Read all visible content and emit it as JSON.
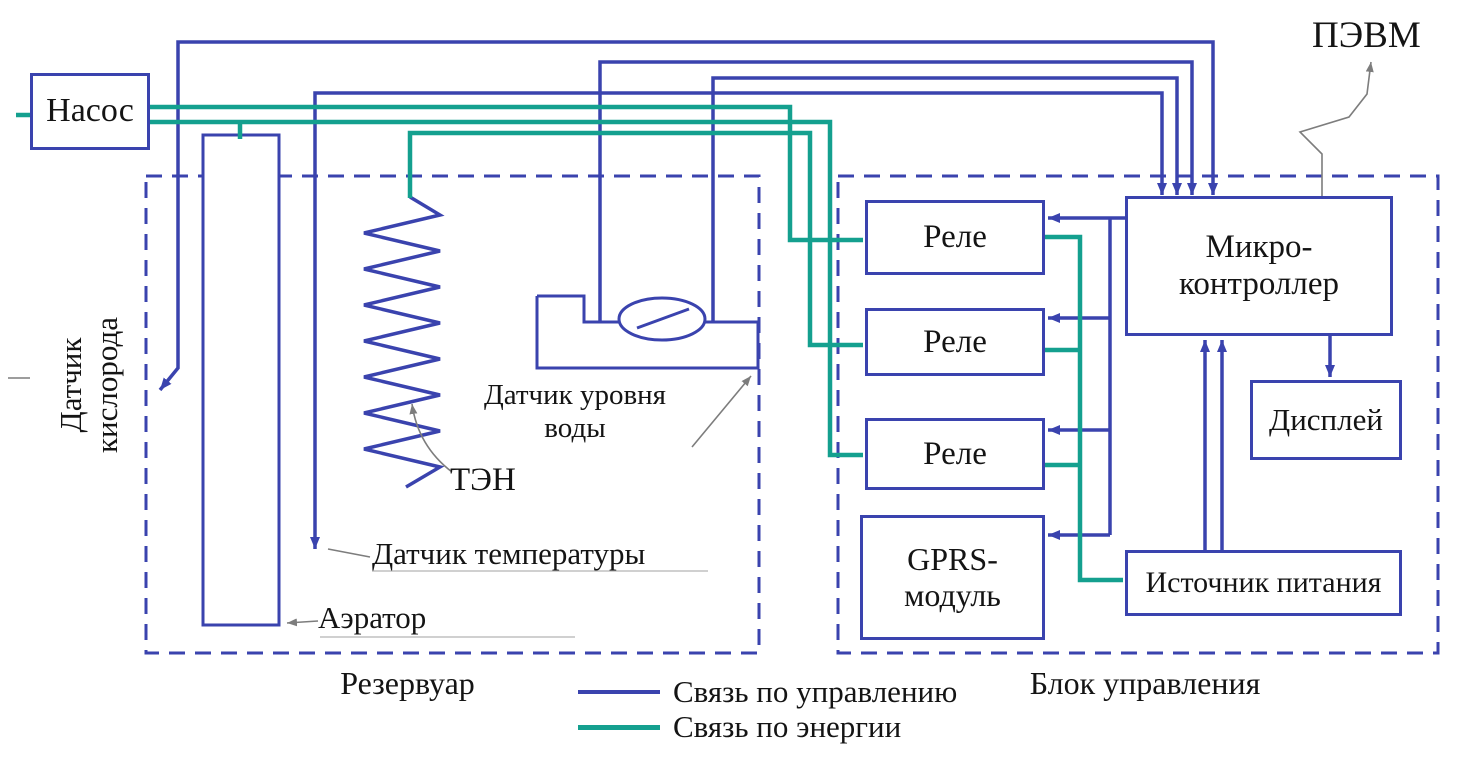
{
  "colors": {
    "control": "#3a43ae",
    "energy": "#14a08f",
    "border": "#3a43ae",
    "leader": "#7d7d7d",
    "text": "#141414"
  },
  "boxes": {
    "pump": {
      "label": "Насос"
    },
    "relay1": {
      "label": "Реле"
    },
    "relay2": {
      "label": "Реле"
    },
    "relay3": {
      "label": "Реле"
    },
    "gprs": {
      "line1": "GPRS-",
      "line2": "модуль"
    },
    "mcu": {
      "line1": "Микро-",
      "line2": "контроллер"
    },
    "display": {
      "label": "Дисплей"
    },
    "power": {
      "label": "Источник питания"
    }
  },
  "labels": {
    "pc": "ПЭВМ",
    "oxygen_line1": "Датчик",
    "oxygen_line2": "кислорода",
    "heater": "ТЭН",
    "level_line1": "Датчик уровня",
    "level_line2": "воды",
    "temperature": "Датчик температуры",
    "aerator": "Аэратор",
    "reservoir": "Резервуар",
    "control_unit": "Блок управления"
  },
  "legend": [
    {
      "label": "Связь по управлению",
      "type": "control"
    },
    {
      "label": "Связь по энергии",
      "type": "energy"
    }
  ]
}
